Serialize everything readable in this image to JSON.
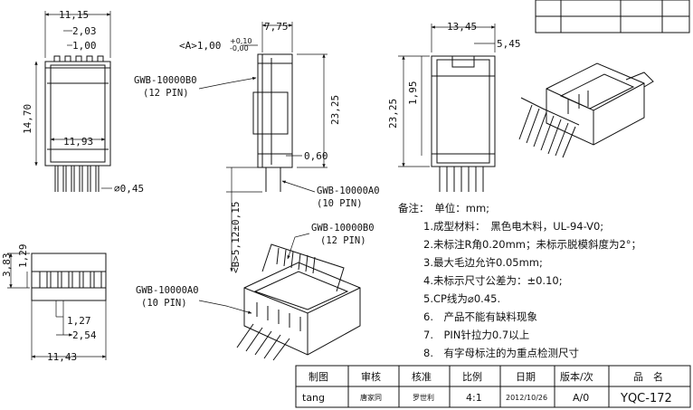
{
  "dimensions": {
    "front_width": "11,15",
    "front_d1": "2,03",
    "front_d2": "1,00",
    "front_height": "14,70",
    "front_inner": "11,93",
    "pin_dia": "⌀0,45",
    "side_top": "7,75",
    "side_a_label": "<A>1,00",
    "side_a_tol_plus": "+0,10",
    "side_a_tol_minus": "-0,00",
    "side_height": "23,25",
    "side_pin": "0,60",
    "side_b": "<B>5,12±0,15",
    "back_width": "13,45",
    "back_d": "5,45",
    "back_height": "23,25",
    "back_inner": "1,95",
    "bottom_h1": "3,83",
    "bottom_h2": "1,29",
    "bottom_p1": "1,27",
    "bottom_p2": "2,54",
    "bottom_w": "11,43"
  },
  "callouts": {
    "b0_part": "GWB-10000B0",
    "b0_pins": "(12 PIN)",
    "a0_part": "GWB-10000A0",
    "a0_pins": "(10 PIN)",
    "iso_b0_part": "GWB-10000B0",
    "iso_b0_pins": "(12 PIN)",
    "iso_a0_part": "GWB-10000A0",
    "iso_a0_pins": "(10 PIN)"
  },
  "notes": {
    "header": "备注：　单位：mm;",
    "items": [
      "1.成型材料：　黑色电木料，UL-94-V0;",
      "2.未标注R角0.20mm；未标示脱模斜度为2°；",
      "3.最大毛边允许0.05mm;",
      "4.未标示尺寸公差为：±0.10;",
      "5.CP线为⌀0.45.",
      "6.　产品不能有缺料现象",
      "7.　PIN针拉力0.7以上",
      "8.　有字母标注的为重点检测尺寸"
    ]
  },
  "title_block": {
    "headers": [
      "制图",
      "审核",
      "核准",
      "比例",
      "日期",
      "版本/次",
      "品　名"
    ],
    "values": [
      "tang",
      "唐家同",
      "罗世利",
      "4:1",
      "2012/10/26",
      "A/0",
      "YQC-172"
    ]
  }
}
